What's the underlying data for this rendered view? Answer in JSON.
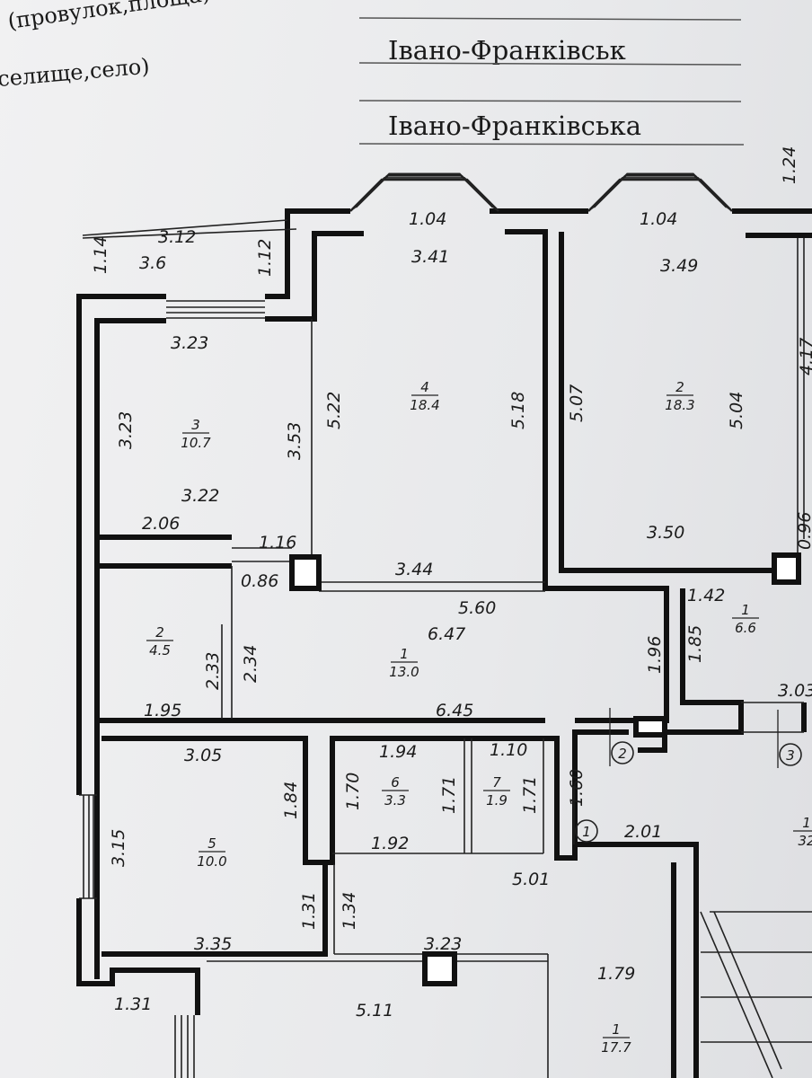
{
  "header": {
    "street_type_caption": "(провулок,площа)",
    "settlement_caption": "селище,село)",
    "city": "Івано-Франківськ",
    "region": "Івано-Франківська"
  },
  "dimensions": [
    "1.24",
    "1.14",
    "3.12",
    "3.6",
    "1.12",
    "1.04",
    "3.41",
    "1.04",
    "3.49",
    "3.23",
    "3.23",
    "3.53",
    "5.22",
    "5.18",
    "5.07",
    "5.04",
    "3.22",
    "2.06",
    "1.16",
    "0.86",
    "3.44",
    "3.50",
    "5.60",
    "1.42",
    "6.47",
    "2.33",
    "2.34",
    "1.96",
    "1.85",
    "1.95",
    "6.45",
    "3.03",
    "3.05",
    "1.94",
    "1.10",
    "1.84",
    "1.70",
    "1.71",
    "1.71",
    "1.60",
    "3.15",
    "1.92",
    "2.01",
    "5.01",
    "1.31",
    "1.34",
    "3.35",
    "3.23",
    "1.79",
    "1.31",
    "5.11",
    "4.17",
    "0.96"
  ],
  "rooms": [
    {
      "number": "3",
      "area": "10.7"
    },
    {
      "number": "4",
      "area": "18.4"
    },
    {
      "number": "2",
      "area": "18.3"
    },
    {
      "number": "1",
      "area": "6.6"
    },
    {
      "number": "2",
      "area": "4.5"
    },
    {
      "number": "1",
      "area": "13.0"
    },
    {
      "number": "6",
      "area": "3.3"
    },
    {
      "number": "7",
      "area": "1.9"
    },
    {
      "number": "5",
      "area": "10.0"
    },
    {
      "number": "1",
      "area": "17.7"
    },
    {
      "number": "1",
      "area": "32"
    }
  ],
  "markers": [
    "1",
    "2",
    "3"
  ]
}
